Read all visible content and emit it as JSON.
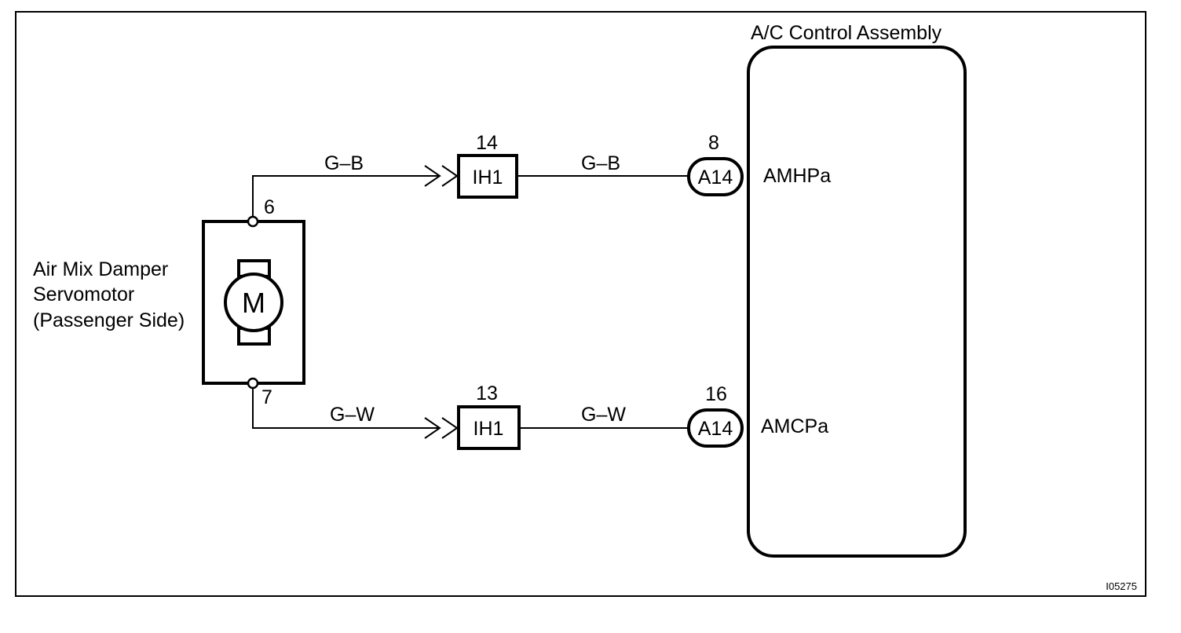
{
  "component": {
    "name_lines": [
      "Air Mix Damper",
      "Servomotor",
      "(Passenger Side)"
    ],
    "motor_symbol": "M",
    "pin_top": "6",
    "pin_bottom": "7"
  },
  "wires": {
    "upper_left": "G–B",
    "upper_right": "G–B",
    "lower_left": "G–W",
    "lower_right": "G–W"
  },
  "junctions": {
    "upper": {
      "label": "IH1",
      "pin": "14"
    },
    "lower": {
      "label": "IH1",
      "pin": "13"
    }
  },
  "connectors": {
    "upper": {
      "label": "A14",
      "pin": "8",
      "terminal": "AMHPa"
    },
    "lower": {
      "label": "A14",
      "pin": "16",
      "terminal": "AMCPa"
    }
  },
  "control_unit": {
    "title": "A/C Control Assembly"
  },
  "figure_id": "I05275"
}
